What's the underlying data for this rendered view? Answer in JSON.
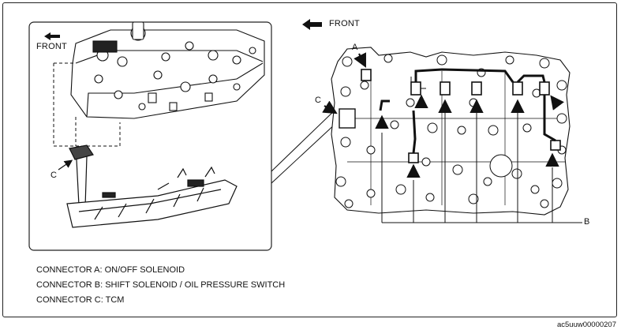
{
  "labels": {
    "front_inset": "FRONT",
    "front_main": "FRONT",
    "connector_a": "A",
    "connector_b": "B",
    "connector_c_main": "C",
    "connector_c_inset": "C"
  },
  "captions": [
    "CONNECTOR A: ON/OFF SOLENOID",
    "CONNECTOR B: SHIFT SOLENOID / OIL PRESSURE SWITCH",
    "CONNECTOR C: TCM"
  ],
  "reference_code": "ac5uuw00000207"
}
